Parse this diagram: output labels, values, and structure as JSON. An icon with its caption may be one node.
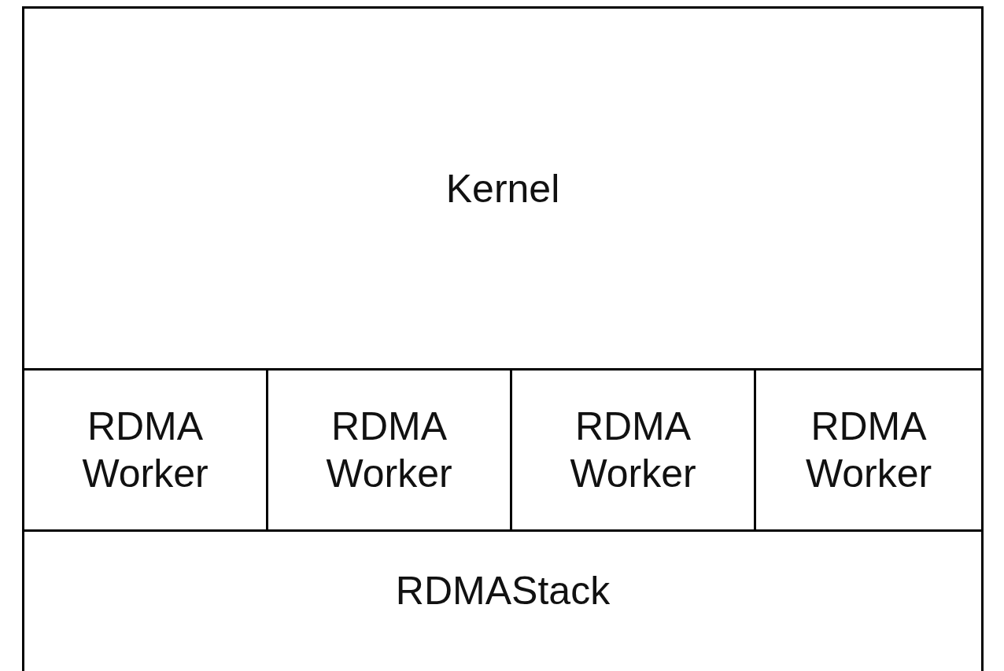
{
  "diagram": {
    "nodes": [
      {
        "text": [
          "Kernel"
        ]
      },
      {
        "text": [
          "RDMA Worker"
        ]
      },
      {
        "text": [
          "RDMA Worker"
        ]
      },
      {
        "text": [
          "RDMA Worker"
        ]
      },
      {
        "text": [
          "RDMA Worker"
        ]
      },
      {
        "text": [
          "RDMAStack"
        ]
      }
    ]
  }
}
